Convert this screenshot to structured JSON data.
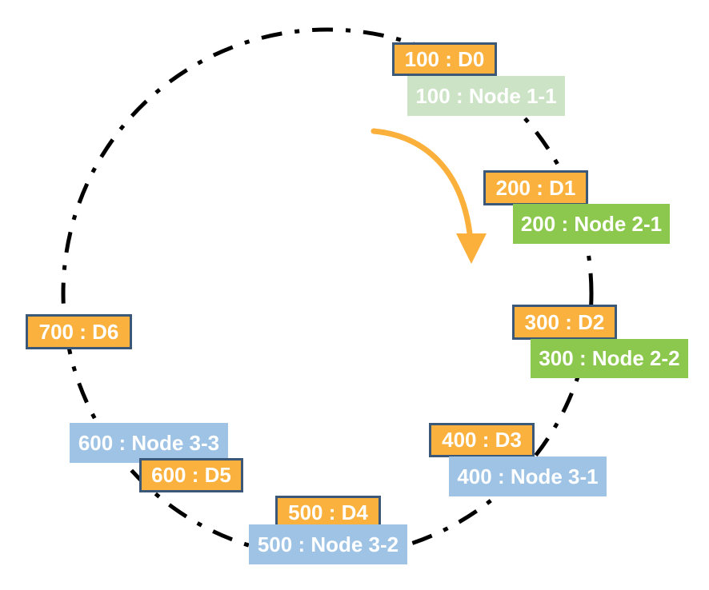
{
  "diagram": {
    "type": "consistent-hashing-ring",
    "direction": "clockwise",
    "colors": {
      "data_box_fill": "#FBB13D",
      "data_box_border": "#3C5878",
      "node_group1_fill": "#CCE3C6",
      "node_group2_fill": "#8CC84D",
      "node_group3_fill": "#9EC3E5",
      "ring_stroke": "#000000",
      "arrow_color": "#FBB03B",
      "label_text": "#FFFFFF"
    },
    "items": [
      {
        "id": "d0",
        "kind": "data",
        "hash": 100,
        "text": "100 : D0"
      },
      {
        "id": "n11",
        "kind": "node",
        "hash": 100,
        "text": "100 : Node 1-1"
      },
      {
        "id": "d1",
        "kind": "data",
        "hash": 200,
        "text": "200 : D1"
      },
      {
        "id": "n21",
        "kind": "node",
        "hash": 200,
        "text": "200 : Node 2-1"
      },
      {
        "id": "d2",
        "kind": "data",
        "hash": 300,
        "text": "300 : D2"
      },
      {
        "id": "n22",
        "kind": "node",
        "hash": 300,
        "text": "300 : Node 2-2"
      },
      {
        "id": "d3",
        "kind": "data",
        "hash": 400,
        "text": "400 : D3"
      },
      {
        "id": "n31",
        "kind": "node",
        "hash": 400,
        "text": "400 : Node 3-1"
      },
      {
        "id": "d4",
        "kind": "data",
        "hash": 500,
        "text": "500 : D4"
      },
      {
        "id": "n32",
        "kind": "node",
        "hash": 500,
        "text": "500 : Node 3-2"
      },
      {
        "id": "n33",
        "kind": "node",
        "hash": 600,
        "text": "600 : Node 3-3"
      },
      {
        "id": "d5",
        "kind": "data",
        "hash": 600,
        "text": "600 : D5"
      },
      {
        "id": "d6",
        "kind": "data",
        "hash": 700,
        "text": "700 : D6"
      }
    ]
  }
}
